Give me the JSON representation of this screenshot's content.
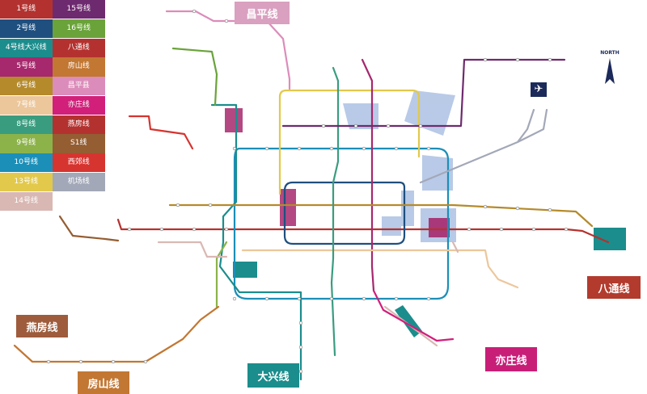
{
  "legend": {
    "left": [
      {
        "label": "1号线",
        "color": "#b3322f"
      },
      {
        "label": "2号线",
        "color": "#1f4f7f"
      },
      {
        "label": "4号线大兴线",
        "color": "#1b8d8c"
      },
      {
        "label": "5号线",
        "color": "#a6286d"
      },
      {
        "label": "6号线",
        "color": "#b58a2b"
      },
      {
        "label": "7号线",
        "color": "#ecc79c"
      },
      {
        "label": "8号线",
        "color": "#3a9c7f"
      },
      {
        "label": "9号线",
        "color": "#8cb34a"
      },
      {
        "label": "10号线",
        "color": "#1b8fb8"
      },
      {
        "label": "13号线",
        "color": "#e2c94b"
      },
      {
        "label": "14号线",
        "color": "#d9b8b3"
      }
    ],
    "right": [
      {
        "label": "15号线",
        "color": "#6e2a6e"
      },
      {
        "label": "16号线",
        "color": "#6aa33a"
      },
      {
        "label": "八通线",
        "color": "#b3322f"
      },
      {
        "label": "房山线",
        "color": "#c27733"
      },
      {
        "label": "昌平县",
        "color": "#dc8cba"
      },
      {
        "label": "亦庄线",
        "color": "#d11f7a"
      },
      {
        "label": "燕房线",
        "color": "#b3322f"
      },
      {
        "label": "S1线",
        "color": "#945d32"
      },
      {
        "label": "西郊线",
        "color": "#d6342f"
      },
      {
        "label": "机场线",
        "color": "#a3a8b8"
      }
    ]
  },
  "line_labels": {
    "changping": {
      "text": "昌平线",
      "color": "#d9a0bf"
    },
    "batong": {
      "text": "八通线",
      "color": "#b23b2e"
    },
    "yanfang": {
      "text": "燕房线",
      "color": "#9e5c3c"
    },
    "fangshan": {
      "text": "房山线",
      "color": "#c27733"
    },
    "daxing": {
      "text": "大兴线",
      "color": "#1b8d8c"
    },
    "yizhuang": {
      "text": "亦庄线",
      "color": "#c81e78"
    }
  },
  "compass": {
    "text": "NORTH"
  }
}
